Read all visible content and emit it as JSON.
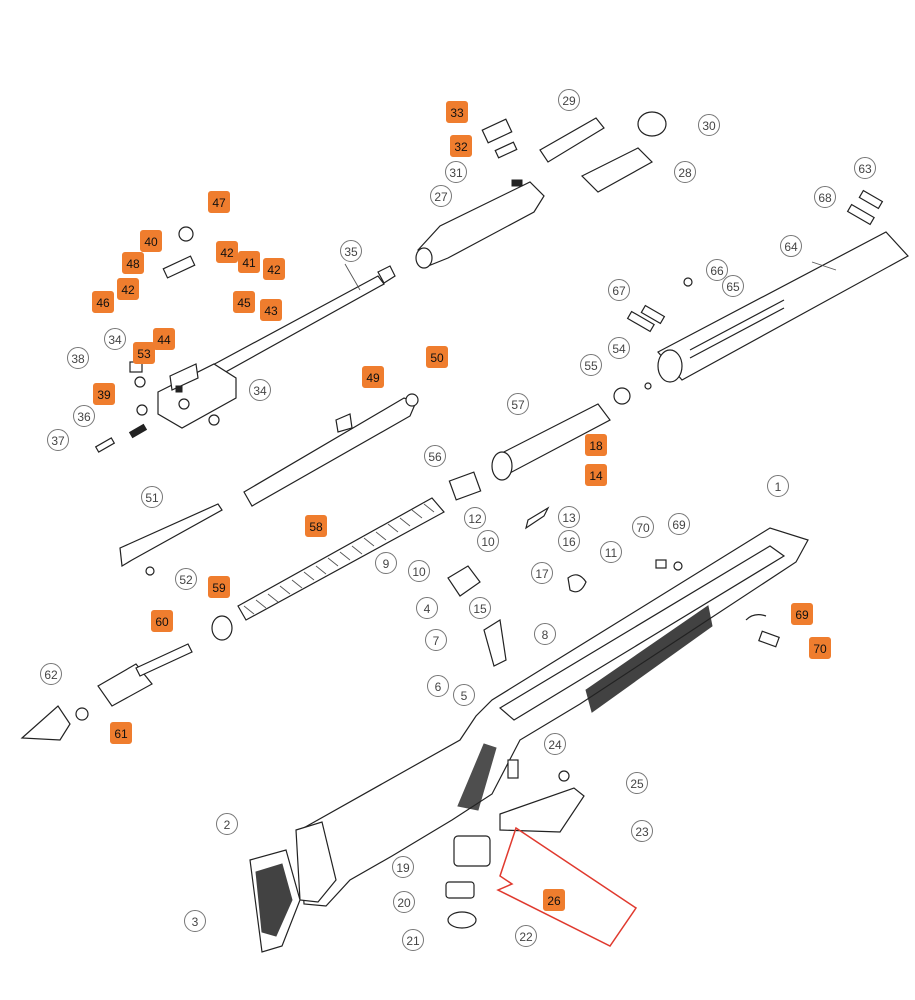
{
  "diagram": {
    "parts": [
      {
        "n": "33",
        "hl": true
      },
      {
        "n": "29",
        "hl": false
      },
      {
        "n": "30",
        "hl": false
      },
      {
        "n": "32",
        "hl": true
      },
      {
        "n": "31",
        "hl": false
      },
      {
        "n": "28",
        "hl": false
      },
      {
        "n": "27",
        "hl": false
      },
      {
        "n": "63",
        "hl": false
      },
      {
        "n": "68",
        "hl": false
      },
      {
        "n": "47",
        "hl": true
      },
      {
        "n": "35",
        "hl": false
      },
      {
        "n": "64",
        "hl": false
      },
      {
        "n": "40",
        "hl": true
      },
      {
        "n": "42",
        "hl": true
      },
      {
        "n": "48",
        "hl": true
      },
      {
        "n": "41",
        "hl": true
      },
      {
        "n": "42",
        "hl": true
      },
      {
        "n": "66",
        "hl": false
      },
      {
        "n": "42",
        "hl": true
      },
      {
        "n": "65",
        "hl": false
      },
      {
        "n": "67",
        "hl": false
      },
      {
        "n": "46",
        "hl": true
      },
      {
        "n": "45",
        "hl": true
      },
      {
        "n": "43",
        "hl": true
      },
      {
        "n": "44",
        "hl": true
      },
      {
        "n": "34",
        "hl": false
      },
      {
        "n": "54",
        "hl": false
      },
      {
        "n": "38",
        "hl": false
      },
      {
        "n": "53",
        "hl": true
      },
      {
        "n": "50",
        "hl": true
      },
      {
        "n": "55",
        "hl": false
      },
      {
        "n": "49",
        "hl": true
      },
      {
        "n": "39",
        "hl": true
      },
      {
        "n": "34",
        "hl": false
      },
      {
        "n": "57",
        "hl": false
      },
      {
        "n": "36",
        "hl": false
      },
      {
        "n": "37",
        "hl": false
      },
      {
        "n": "18",
        "hl": true
      },
      {
        "n": "56",
        "hl": false
      },
      {
        "n": "14",
        "hl": true
      },
      {
        "n": "1",
        "hl": false
      },
      {
        "n": "51",
        "hl": false
      },
      {
        "n": "58",
        "hl": true
      },
      {
        "n": "12",
        "hl": false
      },
      {
        "n": "13",
        "hl": false
      },
      {
        "n": "70",
        "hl": false
      },
      {
        "n": "69",
        "hl": false
      },
      {
        "n": "10",
        "hl": false
      },
      {
        "n": "16",
        "hl": false
      },
      {
        "n": "9",
        "hl": false
      },
      {
        "n": "11",
        "hl": false
      },
      {
        "n": "10",
        "hl": false
      },
      {
        "n": "52",
        "hl": false
      },
      {
        "n": "17",
        "hl": false
      },
      {
        "n": "59",
        "hl": true
      },
      {
        "n": "4",
        "hl": false
      },
      {
        "n": "15",
        "hl": false
      },
      {
        "n": "69",
        "hl": true
      },
      {
        "n": "60",
        "hl": true
      },
      {
        "n": "7",
        "hl": false
      },
      {
        "n": "8",
        "hl": false
      },
      {
        "n": "70",
        "hl": true
      },
      {
        "n": "6",
        "hl": false
      },
      {
        "n": "62",
        "hl": false
      },
      {
        "n": "5",
        "hl": false
      },
      {
        "n": "61",
        "hl": true
      },
      {
        "n": "24",
        "hl": false
      },
      {
        "n": "25",
        "hl": false
      },
      {
        "n": "2",
        "hl": false
      },
      {
        "n": "23",
        "hl": false
      },
      {
        "n": "19",
        "hl": false
      },
      {
        "n": "3",
        "hl": false
      },
      {
        "n": "20",
        "hl": false
      },
      {
        "n": "26",
        "hl": true
      },
      {
        "n": "22",
        "hl": false
      },
      {
        "n": "21",
        "hl": false
      }
    ]
  }
}
